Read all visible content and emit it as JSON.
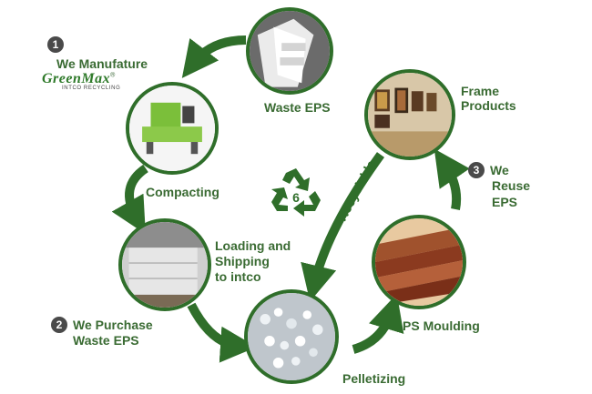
{
  "steps": {
    "manufacture": {
      "number": "1",
      "title": "We Manufature"
    },
    "purchase": {
      "number": "2",
      "line1": "We Purchase",
      "line2": "Waste EPS"
    },
    "reuse": {
      "number": "3",
      "line1": "We",
      "line2": "Reuse",
      "line3": "EPS"
    }
  },
  "logo": {
    "brand": "GreenMax",
    "tagline": "INTCO RECYCLING",
    "mark": "®"
  },
  "nodes": {
    "waste_eps": "Waste EPS",
    "compacting": "Compacting",
    "loading_line1": "Loading and",
    "loading_line2": "Shipping",
    "loading_line3": "to intco",
    "pelletizing": "Pelletizing",
    "ps_moulding": "PS Moulding",
    "frame_line1": "Frame",
    "frame_line2": "Products"
  },
  "center": {
    "recycle_number": "6",
    "recycle_icon": "recycle-symbol-icon",
    "arrow_label": "Recyclable"
  },
  "colors": {
    "accent": "#2f6e2a",
    "label": "#3a6b33",
    "badge": "#4a4a4a"
  }
}
